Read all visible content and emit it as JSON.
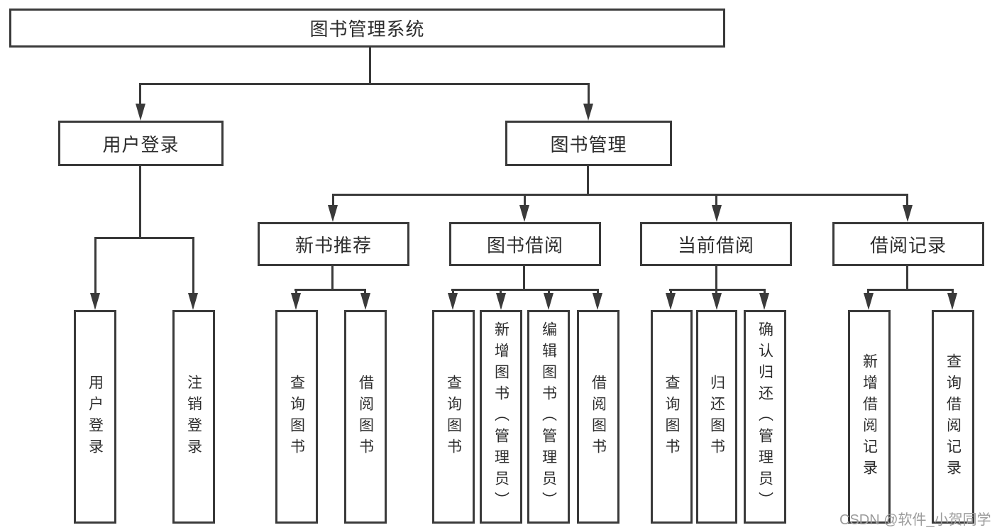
{
  "title": "图书管理系统",
  "watermark": "CSDN @软件_小贺同学",
  "colors": {
    "line": "#3a3a3a",
    "box_border": "#3a3a3a",
    "text": "#2d2d2d",
    "background": "#ffffff",
    "watermark": "#9b9b9b"
  },
  "nodes": {
    "root": {
      "label": "图书管理系统"
    },
    "user_login": {
      "label": "用户登录"
    },
    "book_mgmt": {
      "label": "图书管理"
    },
    "new_book_rec": {
      "label": "新书推荐"
    },
    "book_borrow": {
      "label": "图书借阅"
    },
    "current_borrow": {
      "label": "当前借阅"
    },
    "borrow_record": {
      "label": "借阅记录"
    },
    "leaf_user_login": {
      "label": "用户登录"
    },
    "leaf_logout": {
      "label": "注销登录"
    },
    "leaf_query_book_1": {
      "label": "查询图书"
    },
    "leaf_borrow_book_1": {
      "label": "借阅图书"
    },
    "leaf_query_book_2": {
      "label": "查询图书"
    },
    "leaf_add_book": {
      "label": "新增图书（管理员）"
    },
    "leaf_edit_book": {
      "label": "编辑图书（管理员）"
    },
    "leaf_borrow_book_2": {
      "label": "借阅图书"
    },
    "leaf_query_book_3": {
      "label": "查询图书"
    },
    "leaf_return_book": {
      "label": "归还图书"
    },
    "leaf_confirm_return": {
      "label": "确认归还（管理员）"
    },
    "leaf_add_record": {
      "label": "新增借阅记录"
    },
    "leaf_query_record": {
      "label": "查询借阅记录"
    }
  },
  "hierarchy": {
    "图书管理系统": [
      "用户登录",
      "图书管理"
    ],
    "用户登录": [
      "用户登录",
      "注销登录"
    ],
    "图书管理": [
      "新书推荐",
      "图书借阅",
      "当前借阅",
      "借阅记录"
    ],
    "新书推荐": [
      "查询图书",
      "借阅图书"
    ],
    "图书借阅": [
      "查询图书",
      "新增图书（管理员）",
      "编辑图书（管理员）",
      "借阅图书"
    ],
    "当前借阅": [
      "查询图书",
      "归还图书",
      "确认归还（管理员）"
    ],
    "借阅记录": [
      "新增借阅记录",
      "查询借阅记录"
    ]
  }
}
